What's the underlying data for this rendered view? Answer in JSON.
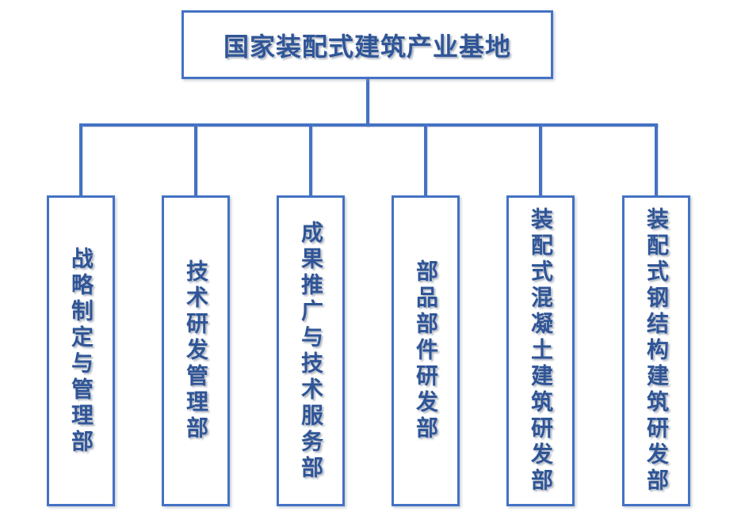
{
  "colors": {
    "line": "#4472C4",
    "text": "#2F5597",
    "background": "#FFFFFF"
  },
  "org_chart": {
    "type": "organization-chart",
    "root": {
      "label": "国家装配式建筑产业基地"
    },
    "departments": [
      {
        "label": "战略制定与管理部"
      },
      {
        "label": "技术研发管理部"
      },
      {
        "label": "成果推广与技术服务部"
      },
      {
        "label": "部品部件研发部"
      },
      {
        "label": "装配式混凝土建筑研发部"
      },
      {
        "label": "装配式钢结构建筑研发部"
      }
    ]
  }
}
